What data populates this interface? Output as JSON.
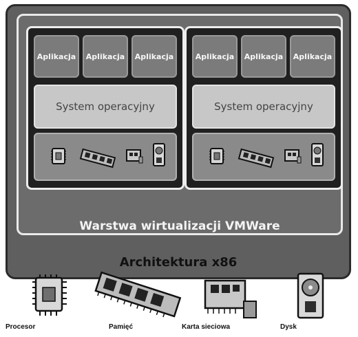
{
  "architecture": {
    "label": "Architektura x86"
  },
  "virtualization": {
    "label": "Warstwa wirtualizacji VMWare"
  },
  "vms": [
    {
      "apps": [
        "Aplikacja",
        "Aplikacja",
        "Aplikacja"
      ],
      "os": "System operacyjny",
      "virtual_hardware": [
        "cpu-icon",
        "memory-icon",
        "network-card-icon",
        "disk-icon"
      ]
    },
    {
      "apps": [
        "Aplikacja",
        "Aplikacja",
        "Aplikacja"
      ],
      "os": "System operacyjny",
      "virtual_hardware": [
        "cpu-icon",
        "memory-icon",
        "network-card-icon",
        "disk-icon"
      ]
    }
  ],
  "physical_hardware": [
    {
      "label": "Procesor",
      "icon": "cpu-icon"
    },
    {
      "label": "Pamięć",
      "icon": "memory-icon"
    },
    {
      "label": "Karta sieciowa",
      "icon": "network-card-icon"
    },
    {
      "label": "Dysk",
      "icon": "disk-icon"
    }
  ],
  "colors": {
    "architecture_fill": "#5f5f5f",
    "vm_fill": "#202020",
    "app_fill": "#7b7b7b",
    "os_fill": "#c7c7c7"
  }
}
